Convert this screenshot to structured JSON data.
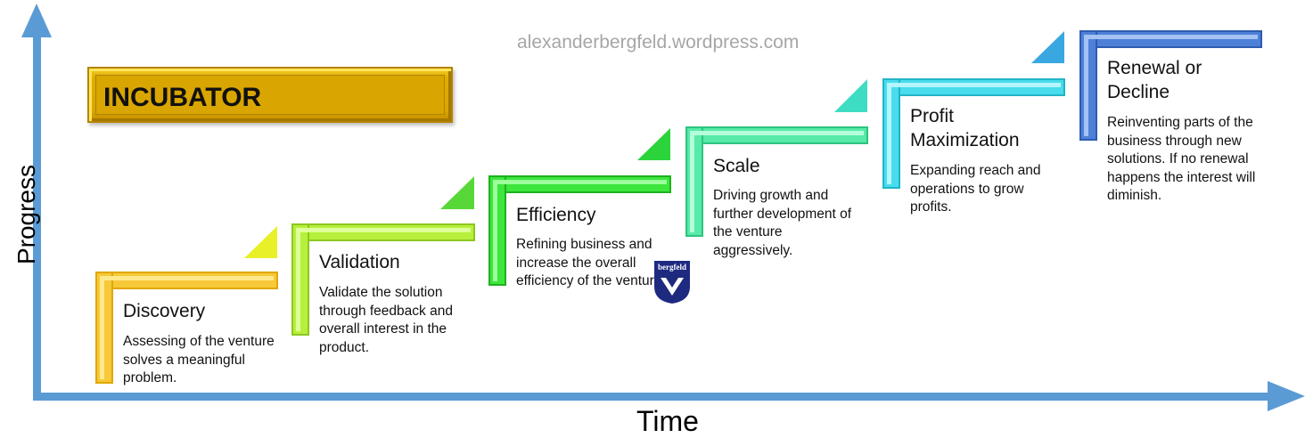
{
  "watermark": "alexanderbergfeld.wordpress.com",
  "axes": {
    "y_label": "Progress",
    "x_label": "Time"
  },
  "incubator": {
    "label": "INCUBATOR",
    "color": "#DBA400"
  },
  "logo": {
    "text": "bergfeld"
  },
  "steps": [
    {
      "title": "Discovery",
      "description": "Assessing of the venture solves a meaningful problem.",
      "color": "#F5C518"
    },
    {
      "title": "Validation",
      "description": "Validate the solution through feedback and overall interest in the product.",
      "color": "#B5F23A"
    },
    {
      "title": "Efficiency",
      "description": "Refining business and increase the overall efficiency of the venture.",
      "color": "#3AE63A"
    },
    {
      "title": "Scale",
      "description": "Driving growth and further development of the venture aggressively.",
      "color": "#4FE8A6"
    },
    {
      "title": "Profit Maximization",
      "description": "Expanding reach and operations to grow profits.",
      "color": "#3ED5E8"
    },
    {
      "title": "Renewal or Decline",
      "description": "Reinventing parts of the business through new solutions. If no renewal happens the interest will diminish.",
      "color": "#4A7FD6"
    }
  ]
}
